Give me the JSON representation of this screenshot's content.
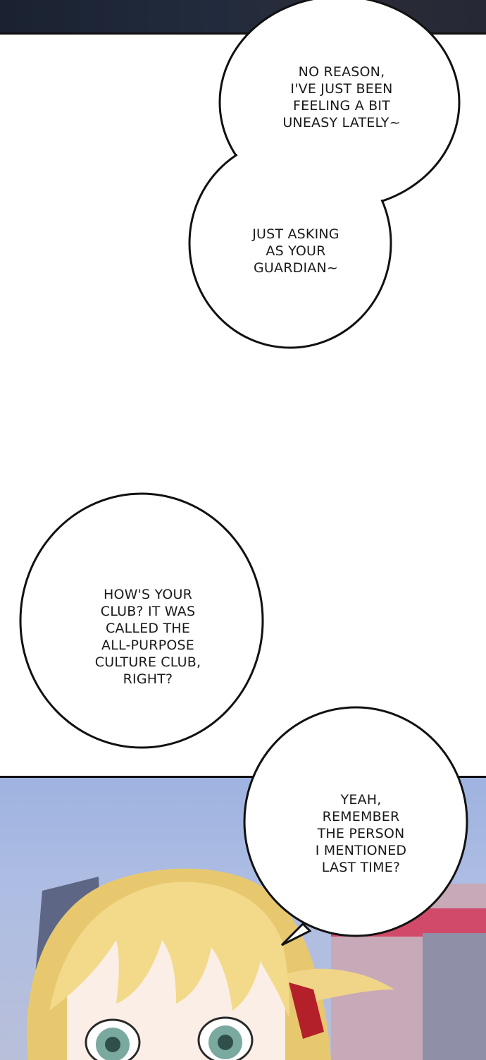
{
  "bubbles": [
    {
      "lines": [
        "NO REASON,",
        "I'VE JUST BEEN",
        "FEELING A BIT",
        "UNEASY LATELY~"
      ]
    },
    {
      "lines": [
        "JUST ASKING",
        "AS YOUR",
        "GUARDIAN~"
      ]
    },
    {
      "lines": [
        "HOW'S YOUR",
        "CLUB? IT WAS",
        "CALLED THE",
        "ALL-PURPOSE",
        "CULTURE CLUB,",
        "RIGHT?"
      ]
    },
    {
      "lines": [
        "YEAH,",
        "REMEMBER",
        "THE PERSON",
        "I MENTIONED",
        "LAST TIME?"
      ]
    }
  ],
  "colors": {
    "hair": "#f3d98a",
    "eyes": "#7aa9a0",
    "ribbon": "#b3202a",
    "sky": "#a7b9e2"
  }
}
